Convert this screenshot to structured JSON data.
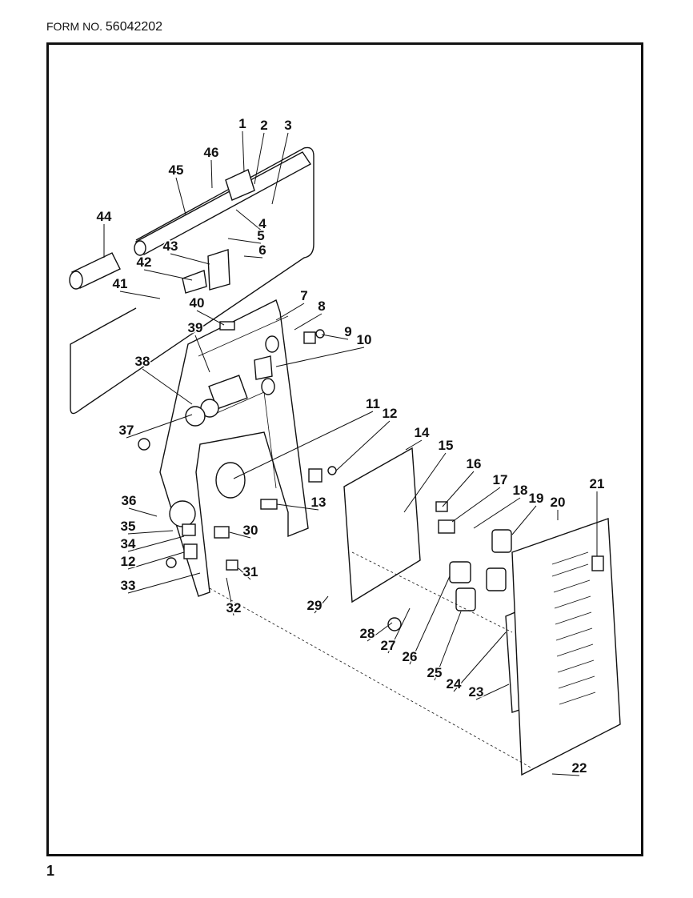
{
  "header": {
    "form_label": "FORM NO.",
    "form_number": "56042202"
  },
  "page_number": "1",
  "callouts": [
    "1",
    "2",
    "3",
    "46",
    "45",
    "44",
    "4",
    "5",
    "6",
    "43",
    "42",
    "41",
    "40",
    "7",
    "8",
    "9",
    "10",
    "39",
    "38",
    "11",
    "12",
    "37",
    "14",
    "15",
    "16",
    "17",
    "18",
    "19",
    "20",
    "21",
    "13",
    "36",
    "30",
    "35",
    "34",
    "12",
    "33",
    "31",
    "32",
    "29",
    "28",
    "27",
    "26",
    "25",
    "24",
    "23",
    "22"
  ]
}
